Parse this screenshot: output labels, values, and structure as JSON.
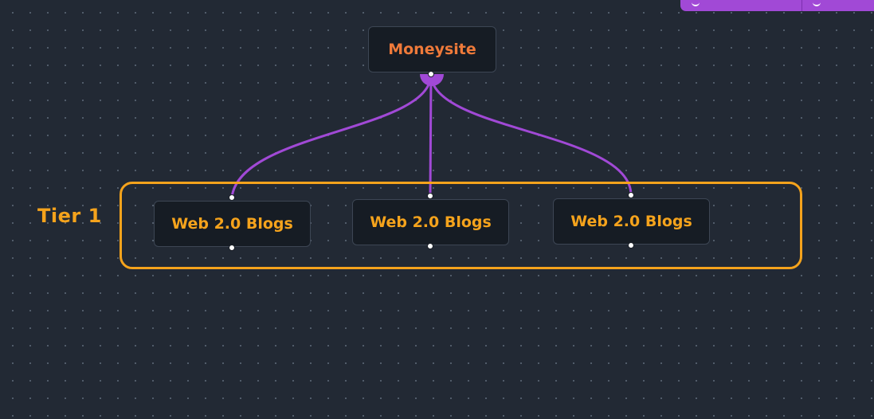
{
  "diagram": {
    "root": {
      "label": "Moneysite"
    },
    "group": {
      "label": "Tier 1"
    },
    "nodes": [
      {
        "label": "Web 2.0 Blogs"
      },
      {
        "label": "Web 2.0 Blogs"
      },
      {
        "label": "Web 2.0 Blogs"
      }
    ],
    "edges": [
      {
        "from": "Moneysite",
        "to": "Web 2.0 Blogs (1)"
      },
      {
        "from": "Moneysite",
        "to": "Web 2.0 Blogs (2)"
      },
      {
        "from": "Moneysite",
        "to": "Web 2.0 Blogs (3)"
      }
    ]
  },
  "colors": {
    "background": "#222934",
    "grid_dot": "#55606e",
    "node_fill": "#161c24",
    "node_border": "#3d4654",
    "root_text": "#ef7a3a",
    "child_text": "#f5a31c",
    "group_border": "#f5a31c",
    "edge": "#a149d6",
    "toolbar": "#a149d6",
    "handle": "#ffffff"
  }
}
